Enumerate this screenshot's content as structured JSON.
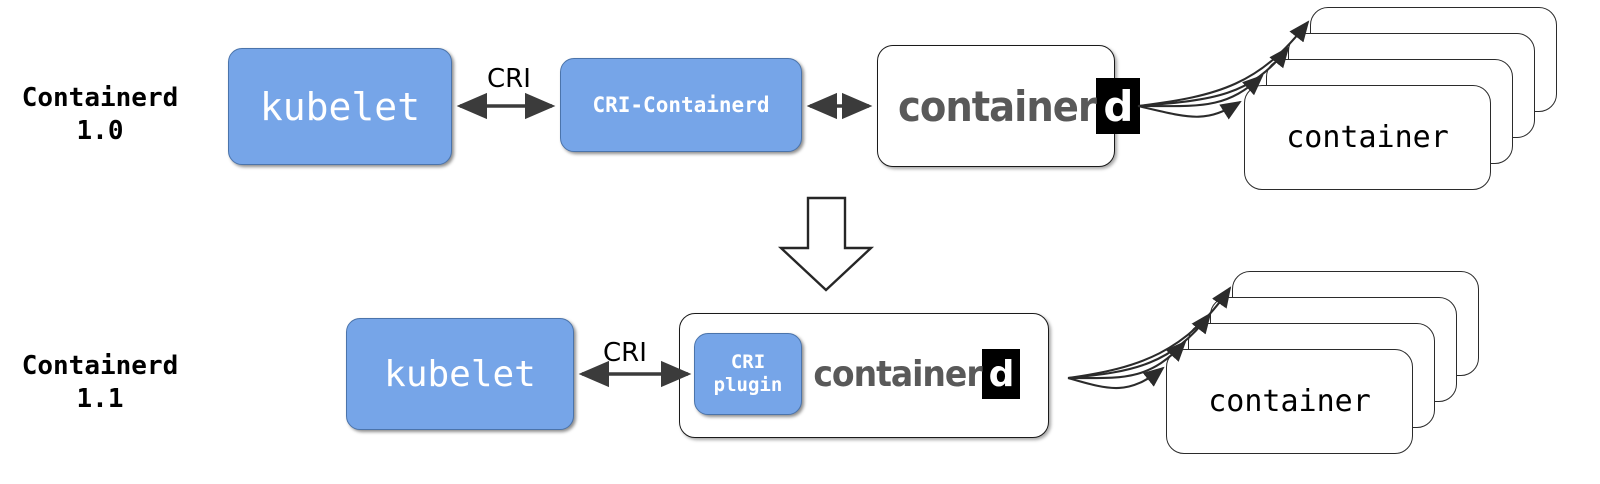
{
  "diagram": {
    "title": "containerd CRI architecture 1.0 vs 1.1",
    "colors": {
      "blue_fill": "#76a5e8",
      "blue_stroke": "#4b74ab",
      "box_stroke": "#1a1a1a",
      "logo_gray": "#595959",
      "logo_black": "#000000",
      "text_white": "#ffffff",
      "background": "#ffffff"
    },
    "rows": [
      {
        "id": "containerd-1-0",
        "label": "Containerd\n1.0",
        "nodes": {
          "kubelet": "kubelet",
          "cri_shim": "CRI-Containerd",
          "containerd_word": "container",
          "containerd_d": "d",
          "container": "container"
        },
        "edges": {
          "kubelet_to_shim": "CRI",
          "shim_to_containerd": "",
          "containerd_to_containers": ""
        },
        "container_stack_count": 4
      },
      {
        "id": "containerd-1-1",
        "label": "Containerd\n1.1",
        "nodes": {
          "kubelet": "kubelet",
          "cri_plugin": "CRI\nplugin",
          "containerd_word": "container",
          "containerd_d": "d",
          "container": "container"
        },
        "edges": {
          "kubelet_to_plugin": "CRI",
          "containerd_to_containers": ""
        },
        "container_stack_count": 4
      }
    ],
    "transition_arrow": "down-arrow"
  }
}
